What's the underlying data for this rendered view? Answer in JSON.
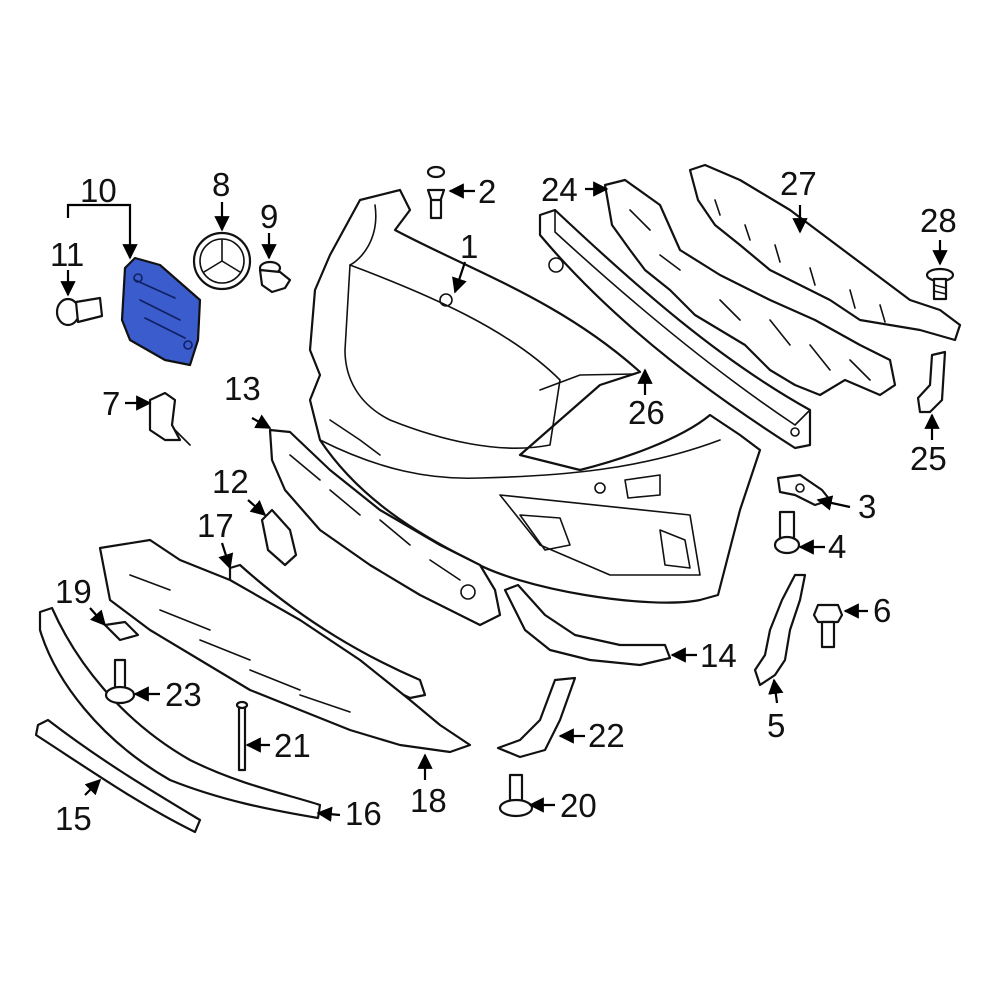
{
  "diagram": {
    "highlight_color": "#3a5ccc",
    "highlighted_part": "10",
    "callouts": [
      "1",
      "2",
      "3",
      "4",
      "5",
      "6",
      "7",
      "8",
      "9",
      "10",
      "11",
      "12",
      "13",
      "14",
      "15",
      "16",
      "17",
      "18",
      "19",
      "20",
      "21",
      "22",
      "23",
      "24",
      "25",
      "26",
      "27",
      "28"
    ]
  }
}
